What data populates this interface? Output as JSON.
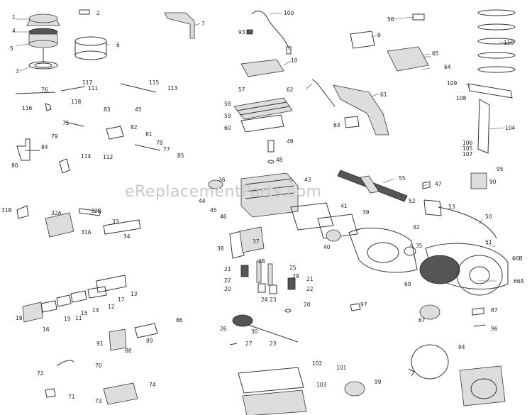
{
  "watermark": "eReplacementParts.com",
  "callouts": [
    {
      "id": "c1",
      "text": "1"
    },
    {
      "id": "c2",
      "text": "2"
    },
    {
      "id": "c4",
      "text": "4"
    },
    {
      "id": "c5",
      "text": "5"
    },
    {
      "id": "c3",
      "text": "3"
    },
    {
      "id": "c6",
      "text": "6"
    },
    {
      "id": "c7",
      "text": "7"
    },
    {
      "id": "c100",
      "text": "100"
    },
    {
      "id": "c93",
      "text": "93"
    },
    {
      "id": "c56",
      "text": "56"
    },
    {
      "id": "c110",
      "text": "110"
    },
    {
      "id": "c9",
      "text": "9"
    },
    {
      "id": "c65",
      "text": "65"
    },
    {
      "id": "c64",
      "text": "64"
    },
    {
      "id": "c10",
      "text": "10"
    },
    {
      "id": "c117",
      "text": "117"
    },
    {
      "id": "c76",
      "text": "76"
    },
    {
      "id": "c111",
      "text": "111"
    },
    {
      "id": "c115",
      "text": "115"
    },
    {
      "id": "c113",
      "text": "113"
    },
    {
      "id": "c118",
      "text": "118"
    },
    {
      "id": "c116",
      "text": "116"
    },
    {
      "id": "c57",
      "text": "57"
    },
    {
      "id": "c62",
      "text": "62"
    },
    {
      "id": "c61",
      "text": "61"
    },
    {
      "id": "c109",
      "text": "109"
    },
    {
      "id": "c108",
      "text": "108"
    },
    {
      "id": "c58",
      "text": "58"
    },
    {
      "id": "c59",
      "text": "59"
    },
    {
      "id": "c60",
      "text": "60"
    },
    {
      "id": "c63",
      "text": "63"
    },
    {
      "id": "c104",
      "text": "104"
    },
    {
      "id": "c83",
      "text": "83"
    },
    {
      "id": "c45",
      "text": "45"
    },
    {
      "id": "c75",
      "text": "75"
    },
    {
      "id": "c82",
      "text": "82"
    },
    {
      "id": "c79",
      "text": "79"
    },
    {
      "id": "c81",
      "text": "81"
    },
    {
      "id": "c78",
      "text": "78"
    },
    {
      "id": "c77",
      "text": "77"
    },
    {
      "id": "c85",
      "text": "85"
    },
    {
      "id": "c84",
      "text": "84"
    },
    {
      "id": "c114",
      "text": "114"
    },
    {
      "id": "c112",
      "text": "112"
    },
    {
      "id": "c80",
      "text": "80"
    },
    {
      "id": "c49",
      "text": "49"
    },
    {
      "id": "c48",
      "text": "48"
    },
    {
      "id": "c106",
      "text": "106"
    },
    {
      "id": "c105",
      "text": "105"
    },
    {
      "id": "c107",
      "text": "107"
    },
    {
      "id": "c95",
      "text": "95"
    },
    {
      "id": "c36",
      "text": "36"
    },
    {
      "id": "c43",
      "text": "43"
    },
    {
      "id": "c55",
      "text": "55"
    },
    {
      "id": "c47",
      "text": "47"
    },
    {
      "id": "c90",
      "text": "90"
    },
    {
      "id": "c44",
      "text": "44"
    },
    {
      "id": "c52",
      "text": "52"
    },
    {
      "id": "c53",
      "text": "53"
    },
    {
      "id": "c31b",
      "text": "31B"
    },
    {
      "id": "c32a",
      "text": "32A"
    },
    {
      "id": "c32b",
      "text": "32B"
    },
    {
      "id": "c45b",
      "text": "45"
    },
    {
      "id": "c46",
      "text": "46"
    },
    {
      "id": "c41",
      "text": "41"
    },
    {
      "id": "c39",
      "text": "39"
    },
    {
      "id": "c50",
      "text": "50"
    },
    {
      "id": "c31a",
      "text": "31A"
    },
    {
      "id": "c33",
      "text": "33"
    },
    {
      "id": "c34",
      "text": "34"
    },
    {
      "id": "c42",
      "text": "42"
    },
    {
      "id": "c51",
      "text": "51"
    },
    {
      "id": "c38",
      "text": "38"
    },
    {
      "id": "c37",
      "text": "37"
    },
    {
      "id": "c40",
      "text": "40"
    },
    {
      "id": "c35",
      "text": "35"
    },
    {
      "id": "c66b",
      "text": "66B"
    },
    {
      "id": "c28",
      "text": "28"
    },
    {
      "id": "c21a",
      "text": "21"
    },
    {
      "id": "c25",
      "text": "25"
    },
    {
      "id": "c69",
      "text": "69"
    },
    {
      "id": "c29",
      "text": "29"
    },
    {
      "id": "c21b",
      "text": "21"
    },
    {
      "id": "c20a",
      "text": "20"
    },
    {
      "id": "c22a",
      "text": "22"
    },
    {
      "id": "c22b",
      "text": "22"
    },
    {
      "id": "c66a",
      "text": "66A"
    },
    {
      "id": "c13",
      "text": "13"
    },
    {
      "id": "c17",
      "text": "17"
    },
    {
      "id": "c12",
      "text": "12"
    },
    {
      "id": "c24",
      "text": "24"
    },
    {
      "id": "c23a",
      "text": "23"
    },
    {
      "id": "c14",
      "text": "14"
    },
    {
      "id": "c15",
      "text": "15"
    },
    {
      "id": "c11",
      "text": "11"
    },
    {
      "id": "c19",
      "text": "19"
    },
    {
      "id": "c20b",
      "text": "20"
    },
    {
      "id": "c97",
      "text": "97"
    },
    {
      "id": "c87",
      "text": "87"
    },
    {
      "id": "c86",
      "text": "86"
    },
    {
      "id": "c67",
      "text": "67"
    },
    {
      "id": "c18",
      "text": "18"
    },
    {
      "id": "c16",
      "text": "16"
    },
    {
      "id": "c26",
      "text": "26"
    },
    {
      "id": "c30",
      "text": "30"
    },
    {
      "id": "c96",
      "text": "96"
    },
    {
      "id": "c91",
      "text": "91"
    },
    {
      "id": "c89",
      "text": "89"
    },
    {
      "id": "c88",
      "text": "88"
    },
    {
      "id": "c27",
      "text": "27"
    },
    {
      "id": "c23b",
      "text": "23"
    },
    {
      "id": "c94",
      "text": "94"
    },
    {
      "id": "c72",
      "text": "72"
    },
    {
      "id": "c70",
      "text": "70"
    },
    {
      "id": "c102",
      "text": "102"
    },
    {
      "id": "c101",
      "text": "101"
    },
    {
      "id": "c74",
      "text": "74"
    },
    {
      "id": "c103",
      "text": "103"
    },
    {
      "id": "c99",
      "text": "99"
    },
    {
      "id": "c71",
      "text": "71"
    },
    {
      "id": "c73",
      "text": "73"
    }
  ]
}
